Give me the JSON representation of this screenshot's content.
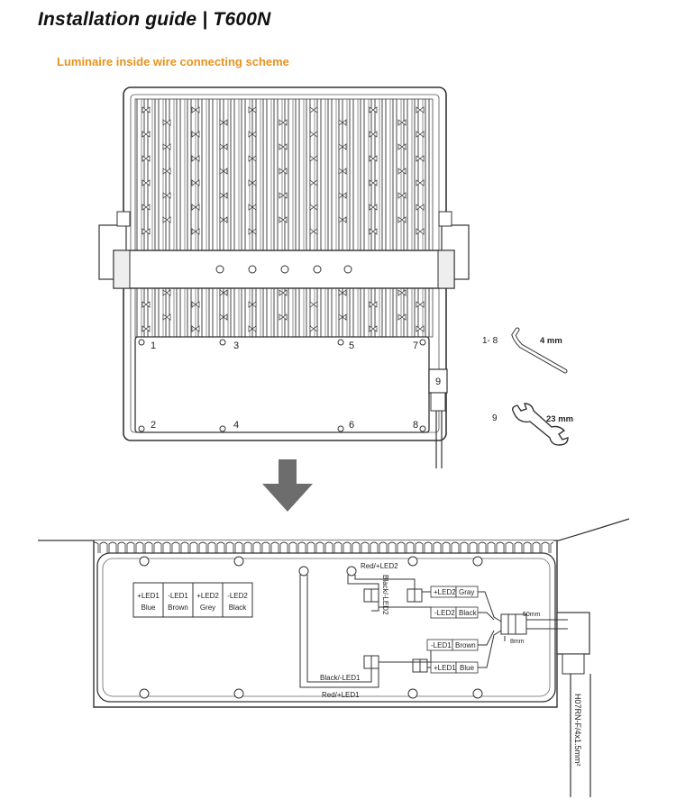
{
  "header": {
    "title": "Installation guide | T600N",
    "subtitle": "Luminaire inside wire connecting scheme"
  },
  "colors": {
    "accent": "#e8921e",
    "arrow": "#6d6d6d",
    "line": "#333333"
  },
  "screw_numbers": {
    "top_row": [
      "1",
      "3",
      "5",
      "7"
    ],
    "bottom_row": [
      "2",
      "4",
      "6",
      "8"
    ],
    "gland": "9"
  },
  "tools": {
    "allen_key": {
      "screws": "1- 8",
      "size": "4 mm",
      "icon": "allen-key-icon"
    },
    "wrench": {
      "screws": "9",
      "size": "23 mm",
      "icon": "wrench-icon"
    }
  },
  "color_table": {
    "signals": [
      "+LED1",
      "-LED1",
      "+LED2",
      "-LED2"
    ],
    "colors": [
      "Blue",
      "Brown",
      "Grey",
      "Black"
    ]
  },
  "wiring": {
    "red_led2": "Red/+LED2",
    "black_led2": "Black/-LED2",
    "black_led1": "Black/-LED1",
    "red_led1": "Red/+LED1",
    "plus_led2": "+LED2",
    "gray": "Gray",
    "minus_led2": "-LED2",
    "black": "Black",
    "minus_led1": "-LED1",
    "brown": "Brown",
    "plus_led1": "+LED1",
    "blue": "Blue",
    "strip_50": "50mm",
    "strip_8": "8mm",
    "cable": "H07RN-F/4x1.5mm²"
  }
}
